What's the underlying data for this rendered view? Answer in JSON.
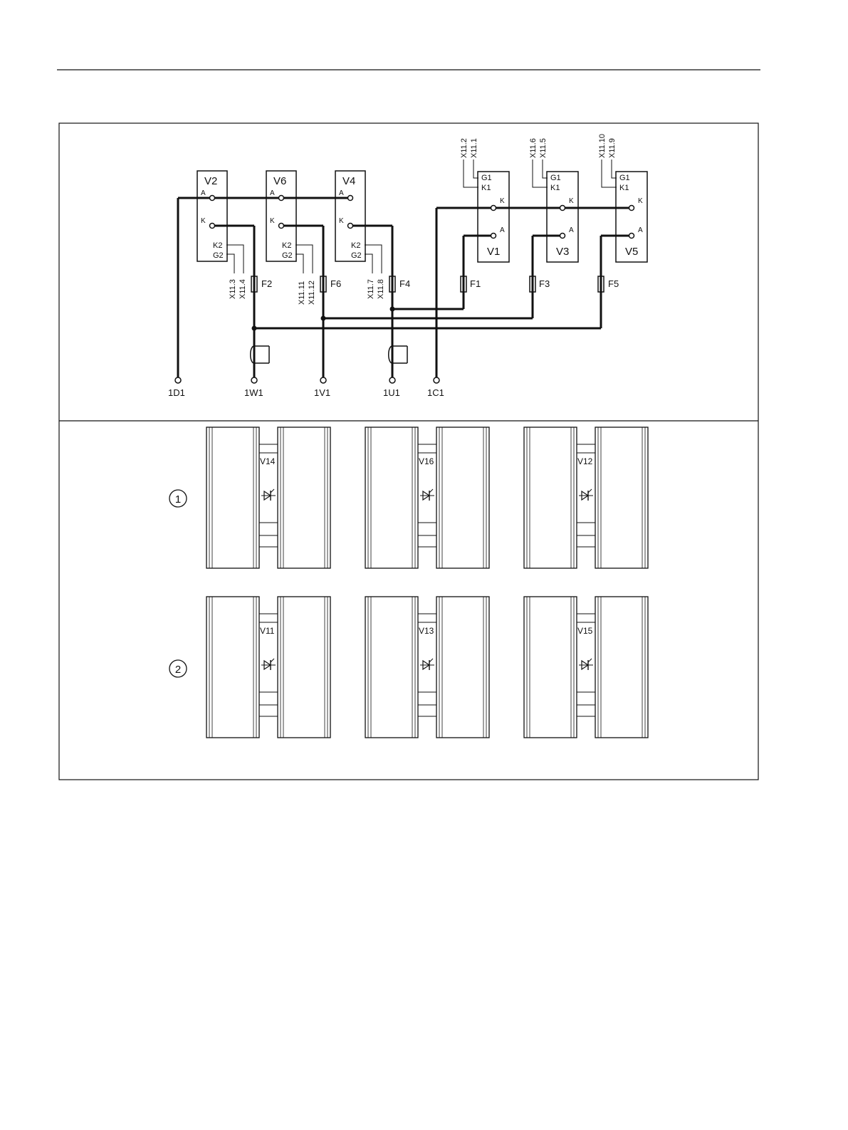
{
  "thyristor_modules_top": [
    {
      "name": "V2",
      "pins": {
        "a": "A",
        "k": "K",
        "k2": "K2",
        "g2": "G2"
      },
      "gate_terminals": [
        "X11.3",
        "X11.4"
      ],
      "fuse": "F2"
    },
    {
      "name": "V6",
      "pins": {
        "a": "A",
        "k": "K",
        "k2": "K2",
        "g2": "G2"
      },
      "gate_terminals": [
        "X11.11",
        "X11.12"
      ],
      "fuse": "F6"
    },
    {
      "name": "V4",
      "pins": {
        "a": "A",
        "k": "K",
        "k2": "K2",
        "g2": "G2"
      },
      "gate_terminals": [
        "X11.7",
        "X11.8"
      ],
      "fuse": "F4"
    }
  ],
  "thyristor_modules_right": [
    {
      "name": "V1",
      "pins": {
        "g1": "G1",
        "k1": "K1",
        "k": "K",
        "a": "A"
      },
      "gate_terminals": [
        "X11.2",
        "X11.1"
      ],
      "fuse": "F1"
    },
    {
      "name": "V3",
      "pins": {
        "g1": "G1",
        "k1": "K1",
        "k": "K",
        "a": "A"
      },
      "gate_terminals": [
        "X11.6",
        "X11.5"
      ],
      "fuse": "F3"
    },
    {
      "name": "V5",
      "pins": {
        "g1": "G1",
        "k1": "K1",
        "k": "K",
        "a": "A"
      },
      "gate_terminals": [
        "X11.10",
        "X11.9"
      ],
      "fuse": "F5"
    }
  ],
  "connection_terminals": [
    "1D1",
    "1W1",
    "1V1",
    "1U1",
    "1C1"
  ],
  "heatsink_rows": [
    {
      "marker": "1",
      "modules": [
        "V14",
        "V16",
        "V12"
      ]
    },
    {
      "marker": "2",
      "modules": [
        "V11",
        "V13",
        "V15"
      ]
    }
  ],
  "colors": {
    "line": "#111111",
    "background": "#ffffff"
  }
}
